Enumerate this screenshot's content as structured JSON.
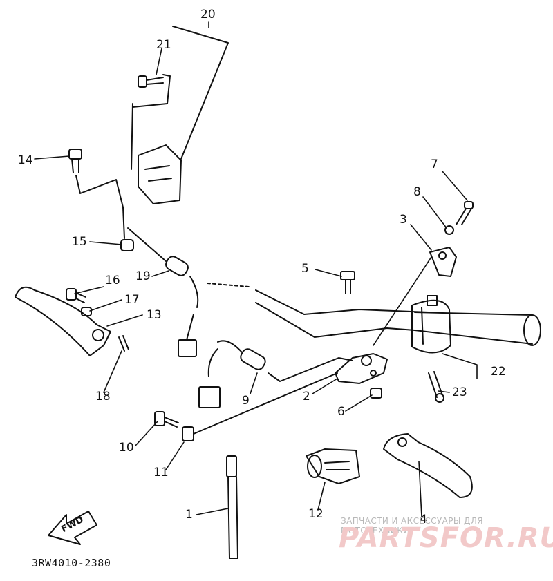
{
  "callouts": [
    "20",
    "21",
    "14",
    "7",
    "8",
    "3",
    "15",
    "5",
    "19",
    "16",
    "17",
    "13",
    "18",
    "2",
    "9",
    "6",
    "10",
    "11",
    "1",
    "12",
    "4",
    "22",
    "23"
  ],
  "diagram_code": "3RW4010-2380",
  "direction_label": "FWD",
  "watermark": {
    "small": "ЗАПЧАСТИ И АКСЕССУАРЫ ДЛЯ МОТОТЕХНИКИ",
    "big": "PARTSFOR.RU"
  },
  "colors": {
    "ink": "#111111",
    "watermark": "#f2c9c9"
  }
}
